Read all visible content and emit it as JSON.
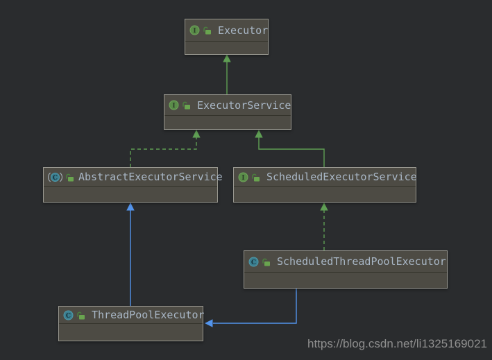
{
  "window": {
    "background_color": "#2a2c2e"
  },
  "diagram": {
    "type": "uml-class-diagram",
    "subject": "java.util.concurrent Executor class hierarchy",
    "nodes": [
      {
        "id": "executor",
        "label": "Executor",
        "stereotype": "interface",
        "icon": "interface-icon",
        "modifier_icon": "unlocked-padlock-icon"
      },
      {
        "id": "executor-service",
        "label": "ExecutorService",
        "stereotype": "interface",
        "icon": "interface-icon",
        "modifier_icon": "unlocked-padlock-icon"
      },
      {
        "id": "abstract-executor-service",
        "label": "AbstractExecutorService",
        "stereotype": "abstract-class",
        "icon": "abstract-class-icon",
        "modifier_icon": "unlocked-padlock-icon"
      },
      {
        "id": "scheduled-executor-service",
        "label": "ScheduledExecutorService",
        "stereotype": "interface",
        "icon": "interface-icon",
        "modifier_icon": "unlocked-padlock-icon"
      },
      {
        "id": "scheduled-thread-pool-executor",
        "label": "ScheduledThreadPoolExecutor",
        "stereotype": "class",
        "icon": "class-icon",
        "modifier_icon": "unlocked-padlock-icon"
      },
      {
        "id": "thread-pool-executor",
        "label": "ThreadPoolExecutor",
        "stereotype": "class",
        "icon": "class-icon",
        "modifier_icon": "unlocked-padlock-icon"
      }
    ],
    "edges": [
      {
        "from": "ExecutorService",
        "to": "Executor",
        "relation": "extends",
        "line": "solid",
        "color": "#5f9e54"
      },
      {
        "from": "AbstractExecutorService",
        "to": "ExecutorService",
        "relation": "implements",
        "line": "dashed",
        "color": "#5f9e54"
      },
      {
        "from": "ScheduledExecutorService",
        "to": "ExecutorService",
        "relation": "extends",
        "line": "solid",
        "color": "#5f9e54"
      },
      {
        "from": "ScheduledThreadPoolExecutor",
        "to": "ScheduledExecutorService",
        "relation": "implements",
        "line": "dashed",
        "color": "#5f9e54"
      },
      {
        "from": "ThreadPoolExecutor",
        "to": "AbstractExecutorService",
        "relation": "extends",
        "line": "solid",
        "color": "#5394ec"
      },
      {
        "from": "ScheduledThreadPoolExecutor",
        "to": "ThreadPoolExecutor",
        "relation": "extends",
        "line": "solid",
        "color": "#5394ec"
      }
    ],
    "colors": {
      "node_fill": "#4d4b44",
      "node_border": "#999890",
      "node_divider": "#35342c",
      "label_text": "#a9b7c6",
      "interface_icon_green": "#5a8c49",
      "class_icon_teal": "#3b7f90",
      "padlock_green": "#69a44f",
      "extends_green": "#5f9e54",
      "extends_blue": "#5394ec",
      "watermark_gray": "#8f8f8f"
    },
    "watermark": "https://blog.csdn.net/li1325169021"
  }
}
